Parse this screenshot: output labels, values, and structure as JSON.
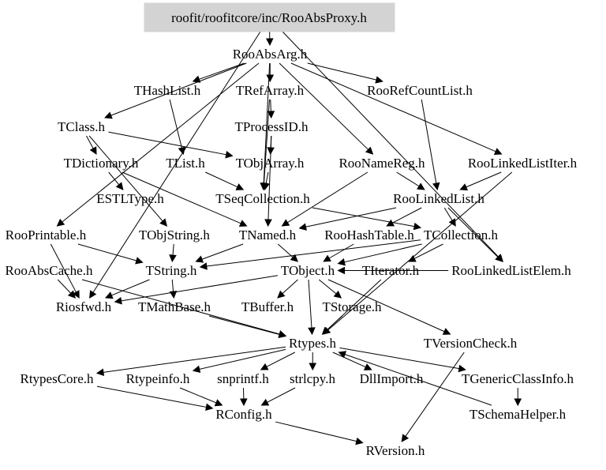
{
  "graph": {
    "type": "include-dependency-graph",
    "root": "roofit/roofitcore/inc/RooAbsProxy.h",
    "nodes": {
      "root": "roofit/roofitcore/inc/RooAbsProxy.h",
      "RooAbsArg": "RooAbsArg.h",
      "THashList": "THashList.h",
      "TRefArray": "TRefArray.h",
      "RooRefCountList": "RooRefCountList.h",
      "TClass": "TClass.h",
      "TProcessID": "TProcessID.h",
      "TDictionary": "TDictionary.h",
      "TList": "TList.h",
      "TObjArray": "TObjArray.h",
      "RooNameReg": "RooNameReg.h",
      "RooLinkedListIter": "RooLinkedListIter.h",
      "ESTLType": "ESTLType.h",
      "TSeqCollection": "TSeqCollection.h",
      "RooLinkedList": "RooLinkedList.h",
      "RooPrintable": "RooPrintable.h",
      "TObjString": "TObjString.h",
      "TNamed": "TNamed.h",
      "RooHashTable": "RooHashTable.h",
      "TCollection": "TCollection.h",
      "RooAbsCache": "RooAbsCache.h",
      "TString": "TString.h",
      "TObject": "TObject.h",
      "TIterator": "TIterator.h",
      "RooLinkedListElem": "RooLinkedListElem.h",
      "Riosfwd": "Riosfwd.h",
      "TMathBase": "TMathBase.h",
      "TBuffer": "TBuffer.h",
      "TStorage": "TStorage.h",
      "Rtypes": "Rtypes.h",
      "TVersionCheck": "TVersionCheck.h",
      "RtypesCore": "RtypesCore.h",
      "Rtypeinfo": "Rtypeinfo.h",
      "snprintf": "snprintf.h",
      "strlcpy": "strlcpy.h",
      "DllImport": "DllImport.h",
      "TGenericClassInfo": "TGenericClassInfo.h",
      "RConfig": "RConfig.h",
      "TSchemaHelper": "TSchemaHelper.h",
      "RVersion": "RVersion.h"
    },
    "edges": [
      [
        "root",
        "RooAbsArg"
      ],
      [
        "root",
        "Riosfwd"
      ],
      [
        "root",
        "RooLinkedListElem"
      ],
      [
        "RooAbsArg",
        "THashList"
      ],
      [
        "RooAbsArg",
        "TRefArray"
      ],
      [
        "RooAbsArg",
        "RooRefCountList"
      ],
      [
        "RooAbsArg",
        "TClass"
      ],
      [
        "RooAbsArg",
        "RooNameReg"
      ],
      [
        "RooAbsArg",
        "RooLinkedListIter"
      ],
      [
        "RooAbsArg",
        "RooPrintable"
      ],
      [
        "RooAbsArg",
        "TSeqCollection"
      ],
      [
        "THashList",
        "TList"
      ],
      [
        "TRefArray",
        "TProcessID"
      ],
      [
        "TRefArray",
        "TSeqCollection"
      ],
      [
        "TClass",
        "TDictionary"
      ],
      [
        "TClass",
        "TObjArray"
      ],
      [
        "TClass",
        "TObjString"
      ],
      [
        "TProcessID",
        "TObjArray"
      ],
      [
        "TProcessID",
        "TNamed"
      ],
      [
        "TDictionary",
        "ESTLType"
      ],
      [
        "TDictionary",
        "TNamed"
      ],
      [
        "TList",
        "TSeqCollection"
      ],
      [
        "TObjArray",
        "TSeqCollection"
      ],
      [
        "RooNameReg",
        "RooLinkedList"
      ],
      [
        "RooNameReg",
        "TNamed"
      ],
      [
        "RooRefCountList",
        "RooLinkedList"
      ],
      [
        "RooLinkedListIter",
        "RooLinkedList"
      ],
      [
        "RooLinkedListIter",
        "Rtypes"
      ],
      [
        "TSeqCollection",
        "TCollection"
      ],
      [
        "RooLinkedList",
        "TNamed"
      ],
      [
        "RooLinkedList",
        "RooHashTable"
      ],
      [
        "RooLinkedList",
        "TCollection"
      ],
      [
        "RooLinkedList",
        "RooLinkedListElem"
      ],
      [
        "RooPrintable",
        "TString"
      ],
      [
        "RooPrintable",
        "Riosfwd"
      ],
      [
        "TObjString",
        "TString"
      ],
      [
        "TNamed",
        "TString"
      ],
      [
        "TNamed",
        "TObject"
      ],
      [
        "RooHashTable",
        "TObject"
      ],
      [
        "TCollection",
        "TObject"
      ],
      [
        "TCollection",
        "TString"
      ],
      [
        "TCollection",
        "TIterator"
      ],
      [
        "RooLinkedListElem",
        "TObject"
      ],
      [
        "RooAbsCache",
        "Riosfwd"
      ],
      [
        "RooAbsCache",
        "Rtypes"
      ],
      [
        "TString",
        "TMathBase"
      ],
      [
        "TString",
        "Riosfwd"
      ],
      [
        "TObject",
        "TBuffer"
      ],
      [
        "TObject",
        "TStorage"
      ],
      [
        "TObject",
        "Rtypes"
      ],
      [
        "TObject",
        "TVersionCheck"
      ],
      [
        "TObject",
        "Riosfwd"
      ],
      [
        "TIterator",
        "Rtypes"
      ],
      [
        "TMathBase",
        "Rtypes"
      ],
      [
        "TStorage",
        "Rtypes"
      ],
      [
        "Rtypes",
        "RtypesCore"
      ],
      [
        "Rtypes",
        "Rtypeinfo"
      ],
      [
        "Rtypes",
        "snprintf"
      ],
      [
        "Rtypes",
        "strlcpy"
      ],
      [
        "Rtypes",
        "DllImport"
      ],
      [
        "Rtypes",
        "TGenericClassInfo"
      ],
      [
        "TVersionCheck",
        "RVersion"
      ],
      [
        "TGenericClassInfo",
        "TSchemaHelper"
      ],
      [
        "TSchemaHelper",
        "Rtypes"
      ],
      [
        "RtypesCore",
        "RConfig"
      ],
      [
        "Rtypeinfo",
        "RConfig"
      ],
      [
        "snprintf",
        "RConfig"
      ],
      [
        "strlcpy",
        "RConfig"
      ],
      [
        "RConfig",
        "RVersion"
      ]
    ]
  }
}
